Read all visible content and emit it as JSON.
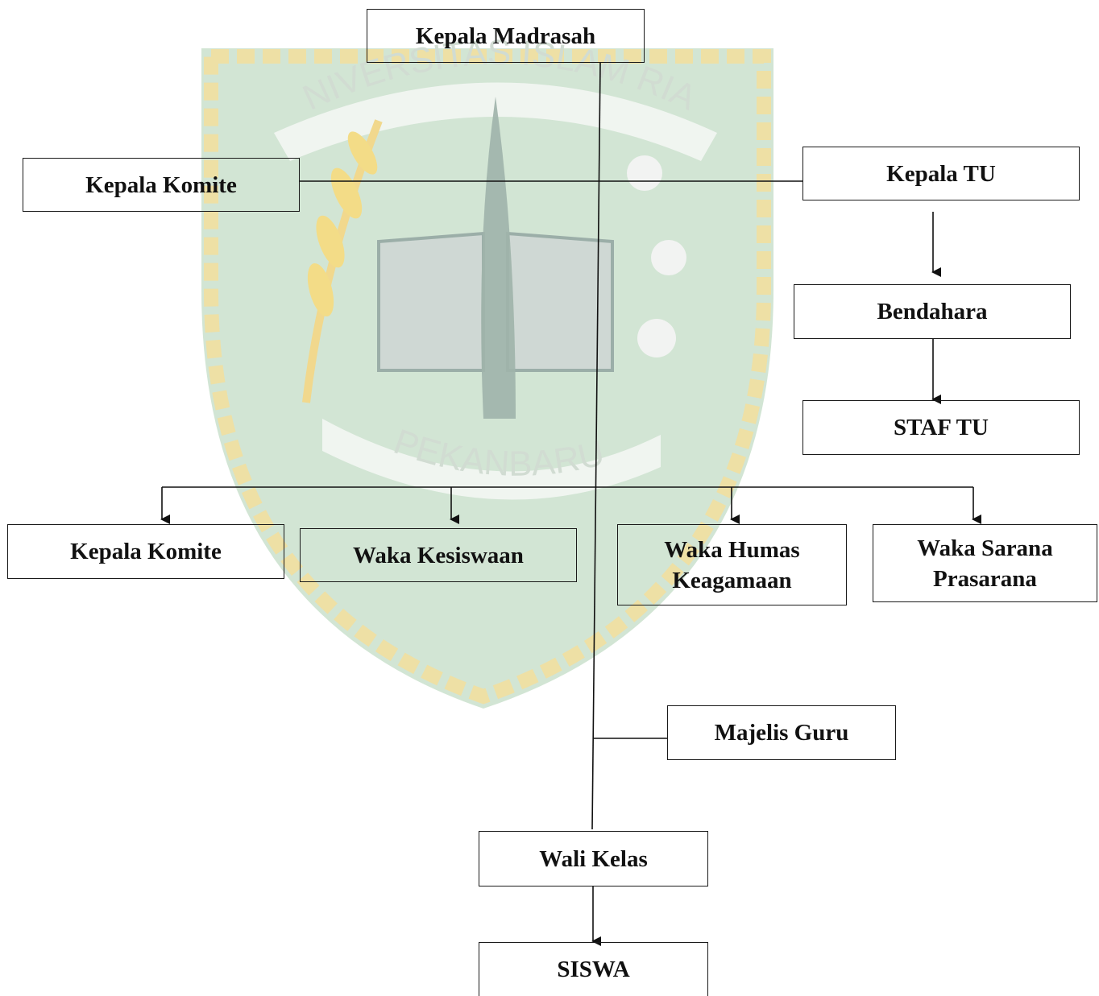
{
  "watermark": {
    "arc_top": "UNIVERSITAS ISLAM RIAU",
    "banner": "PEKANBARU",
    "colors": {
      "green": "#2f8a3c",
      "gold": "#f3cf57",
      "rope": "#e9d47a",
      "book": "#8ea49a"
    }
  },
  "boxes": {
    "kepala_madrasah": "Kepala Madrasah",
    "kepala_komite_top": "Kepala Komite",
    "kepala_tu": "Kepala TU",
    "bendahara": "Bendahara",
    "staf_tu": "STAF TU",
    "kepala_komite_bottom": "Kepala Komite",
    "waka_kesiswaan": "Waka Kesiswaan",
    "waka_humas": "Waka Humas\nKeagamaan",
    "waka_sarana": "Waka Sarana\nPrasarana",
    "majelis_guru": "Majelis Guru",
    "wali_kelas": "Wali Kelas",
    "siswa": "SISWA"
  }
}
